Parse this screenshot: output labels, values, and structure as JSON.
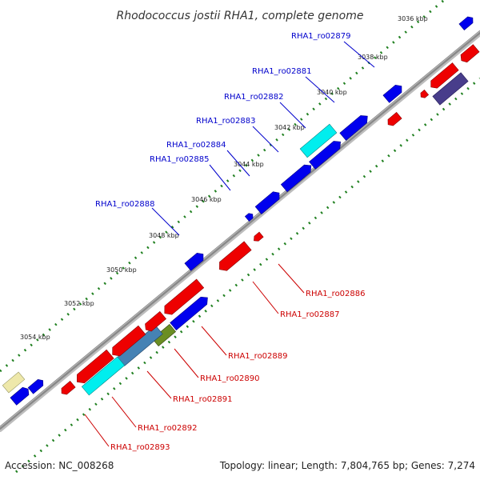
{
  "title": "Rhodococcus jostii RHA1, complete genome",
  "accession": "Accession: NC_008268",
  "summary": "Topology: linear; Length: 7,804,765 bp; Genes: 7,274",
  "colors": {
    "backbone": "#888888",
    "tick": "#208020",
    "forward_label": "#0000cc",
    "reverse_label": "#cc0000",
    "blue": "#0000ee",
    "red": "#ee0000",
    "cyan": "#00eeee",
    "steel": "#4682b4",
    "olive": "#6b8e23",
    "slate": "#483d8b",
    "khaki": "#eee8aa"
  },
  "kbp_ticks": [
    {
      "label": "3036 kbp"
    },
    {
      "label": "3038 kbp"
    },
    {
      "label": "3040 kbp"
    },
    {
      "label": "3042 kbp"
    },
    {
      "label": "3044 kbp"
    },
    {
      "label": "3046 kbp"
    },
    {
      "label": "3048 kbp"
    },
    {
      "label": "3050 kbp"
    },
    {
      "label": "3052 kbp"
    },
    {
      "label": "3054 kbp"
    }
  ],
  "forward_gene_labels": [
    {
      "text": "RHA1_ro02879"
    },
    {
      "text": "RHA1_ro02881"
    },
    {
      "text": "RHA1_ro02882"
    },
    {
      "text": "RHA1_ro02883"
    },
    {
      "text": "RHA1_ro02884"
    },
    {
      "text": "RHA1_ro02885"
    },
    {
      "text": "RHA1_ro02888"
    }
  ],
  "reverse_gene_labels": [
    {
      "text": "RHA1_ro02886"
    },
    {
      "text": "RHA1_ro02887"
    },
    {
      "text": "RHA1_ro02889"
    },
    {
      "text": "RHA1_ro02890"
    },
    {
      "text": "RHA1_ro02891"
    },
    {
      "text": "RHA1_ro02892"
    },
    {
      "text": "RHA1_ro02893"
    }
  ]
}
